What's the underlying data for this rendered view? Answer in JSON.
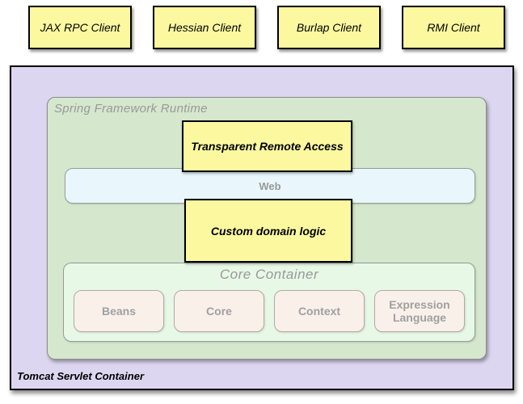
{
  "clients": [
    {
      "label": "JAX RPC Client"
    },
    {
      "label": "Hessian Client"
    },
    {
      "label": "Burlap Client"
    },
    {
      "label": "RMI Client"
    }
  ],
  "tomcat_container": {
    "label": "Tomcat Servlet Container"
  },
  "spring_runtime": {
    "label": "Spring Framework Runtime"
  },
  "remote_access_box": {
    "label": "Transparent Remote Access"
  },
  "web_layer": {
    "label": "Web"
  },
  "domain_logic_box": {
    "label": "Custom domain logic"
  },
  "core_container": {
    "label": "Core Container",
    "modules": [
      {
        "label": "Beans"
      },
      {
        "label": "Core"
      },
      {
        "label": "Context"
      },
      {
        "label": "Expression Language"
      }
    ]
  },
  "colors": {
    "client_yellow": "#FBF8A0",
    "tomcat_lavender": "#DDD6F0",
    "runtime_green": "#D5E7CD",
    "core_green": "#E7F8E7",
    "web_blue": "#E9F7FC",
    "module_pink": "#FAF0EA",
    "label_gray": "#999999"
  }
}
